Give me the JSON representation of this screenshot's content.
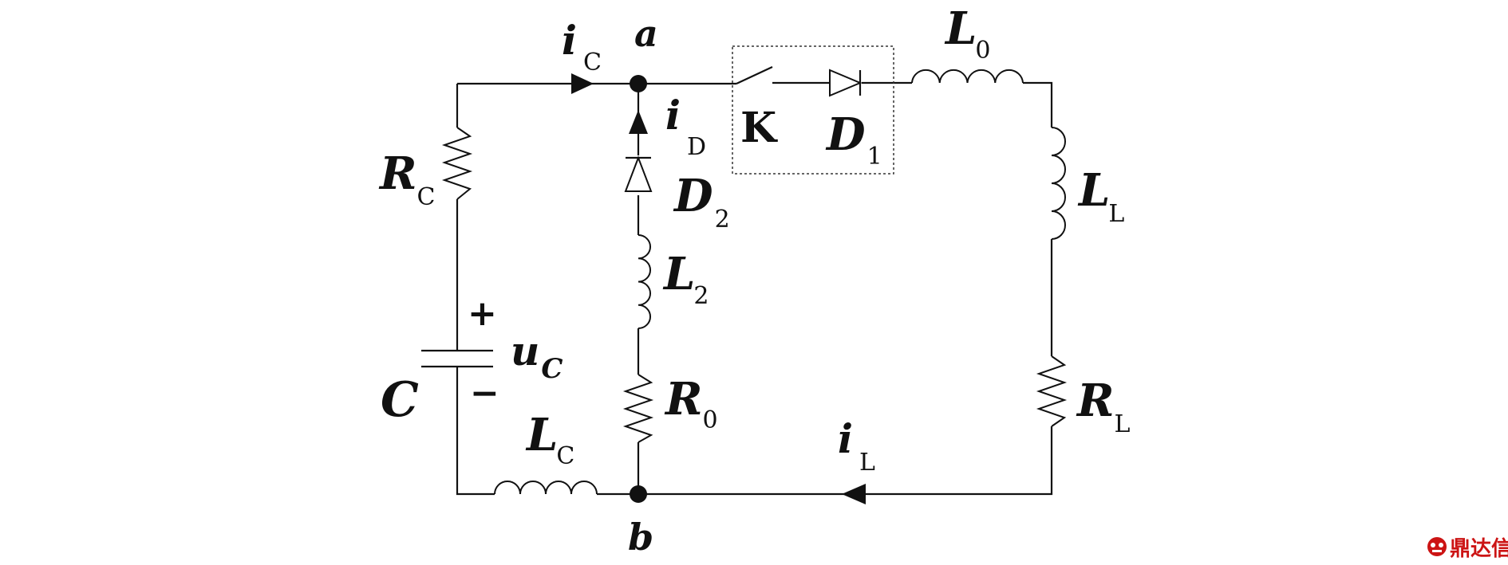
{
  "labels": {
    "node_a": "a",
    "node_b": "b",
    "ic_main": "i",
    "ic_sub": "C",
    "id_main": "i",
    "id_sub": "D",
    "il_main": "i",
    "il_sub": "L",
    "rc_main": "R",
    "rc_sub": "C",
    "c_main": "C",
    "uc_main": "u",
    "uc_sub": "C",
    "plus": "+",
    "minus": "−",
    "lc_main": "L",
    "lc_sub": "C",
    "d2_main": "D",
    "d2_sub": "2",
    "l2_main": "L",
    "l2_sub": "2",
    "r0_main": "R",
    "r0_sub": "0",
    "k": "K",
    "d1_main": "D",
    "d1_sub": "1",
    "l0_main": "L",
    "l0_sub": "0",
    "ll_main": "L",
    "ll_sub": "L",
    "rl_main": "R",
    "rl_sub": "L"
  },
  "watermark": {
    "text": "鼎达信",
    "color": "#cc1414"
  }
}
